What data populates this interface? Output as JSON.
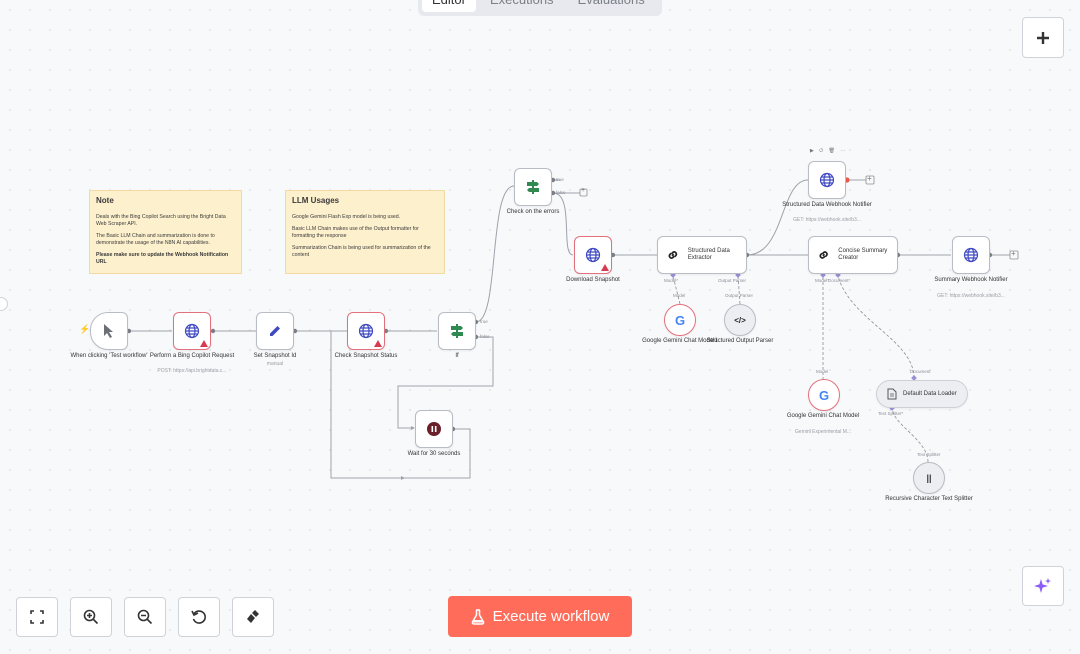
{
  "tabs": [
    "Editor",
    "Executions",
    "Evaluations"
  ],
  "notes": {
    "note1": {
      "title": "Note",
      "lines": [
        "Deals with the Bing Copilot Search using the Bright Data Web Scraper API.",
        "The Basic LLM Chain and summarization is done to demonstrate the usage of the N8N AI capabilities.",
        "Please make sure to update the Webhook Notification URL"
      ]
    },
    "note2": {
      "title": "LLM Usages",
      "lines": [
        "Google Gemini Flash Exp model is being used.",
        "Basic LLM Chain makes use of the Output formatter for formatting the response",
        "Summarization Chain is being used for summarization of the content"
      ]
    }
  },
  "nodes": {
    "trigger": {
      "label": "When clicking 'Test workflow'"
    },
    "bing": {
      "label": "Perform a Bing Copilot Request",
      "sub": "POST: https://api.brightdata.c..."
    },
    "set_id": {
      "label": "Set Snapshot Id",
      "sub": "manual"
    },
    "check_status": {
      "label": "Check Snapshot Status"
    },
    "if_node": {
      "label": "If",
      "out_true": "true",
      "out_false": "false"
    },
    "check_errors": {
      "label": "Check on the errors",
      "out_true": "true",
      "out_false": "false"
    },
    "download": {
      "label": "Download Snapshot"
    },
    "wait": {
      "label": "Wait for 30 seconds"
    },
    "extractor": {
      "label": "Structured Data Extractor",
      "port_model": "Model*",
      "port_parser": "Output Parser"
    },
    "summary": {
      "label": "Concise Summary Creator",
      "port_model": "Model*",
      "port_doc": "Document*"
    },
    "sd_webhook": {
      "label": "Structured Data Webhook Notifier",
      "sub": "GET: https://webhook.site/b3..."
    },
    "sum_webhook": {
      "label": "Summary Webhook Notifier",
      "sub": "GET: https://webhook.site/b3..."
    },
    "gemini1": {
      "label": "Google Gemini Chat Model1",
      "port": "Model"
    },
    "parser": {
      "label": "Structured Output Parser",
      "port": "Output Parser"
    },
    "gemini2": {
      "label": "Google Gemini Chat Model",
      "sub": "Gemini Experimental M...",
      "port": "Model"
    },
    "loader": {
      "label": "Default Data Loader",
      "port_top": "Document",
      "port_bottom": "Text Splitter*"
    },
    "splitter": {
      "label": "Recursive Character Text Splitter",
      "port": "Text Splitter"
    }
  },
  "toolbar": {
    "icons": [
      "fit-view-icon",
      "zoom-in-icon",
      "zoom-out-icon",
      "reset-zoom-icon",
      "tidy-up-icon"
    ]
  },
  "execute": {
    "label": "Execute workflow"
  },
  "colors": {
    "accent": "#ff6d5a",
    "error": "#d73b4f",
    "sticky": "#fdf0cd",
    "assistant": "#8b5cf6"
  }
}
